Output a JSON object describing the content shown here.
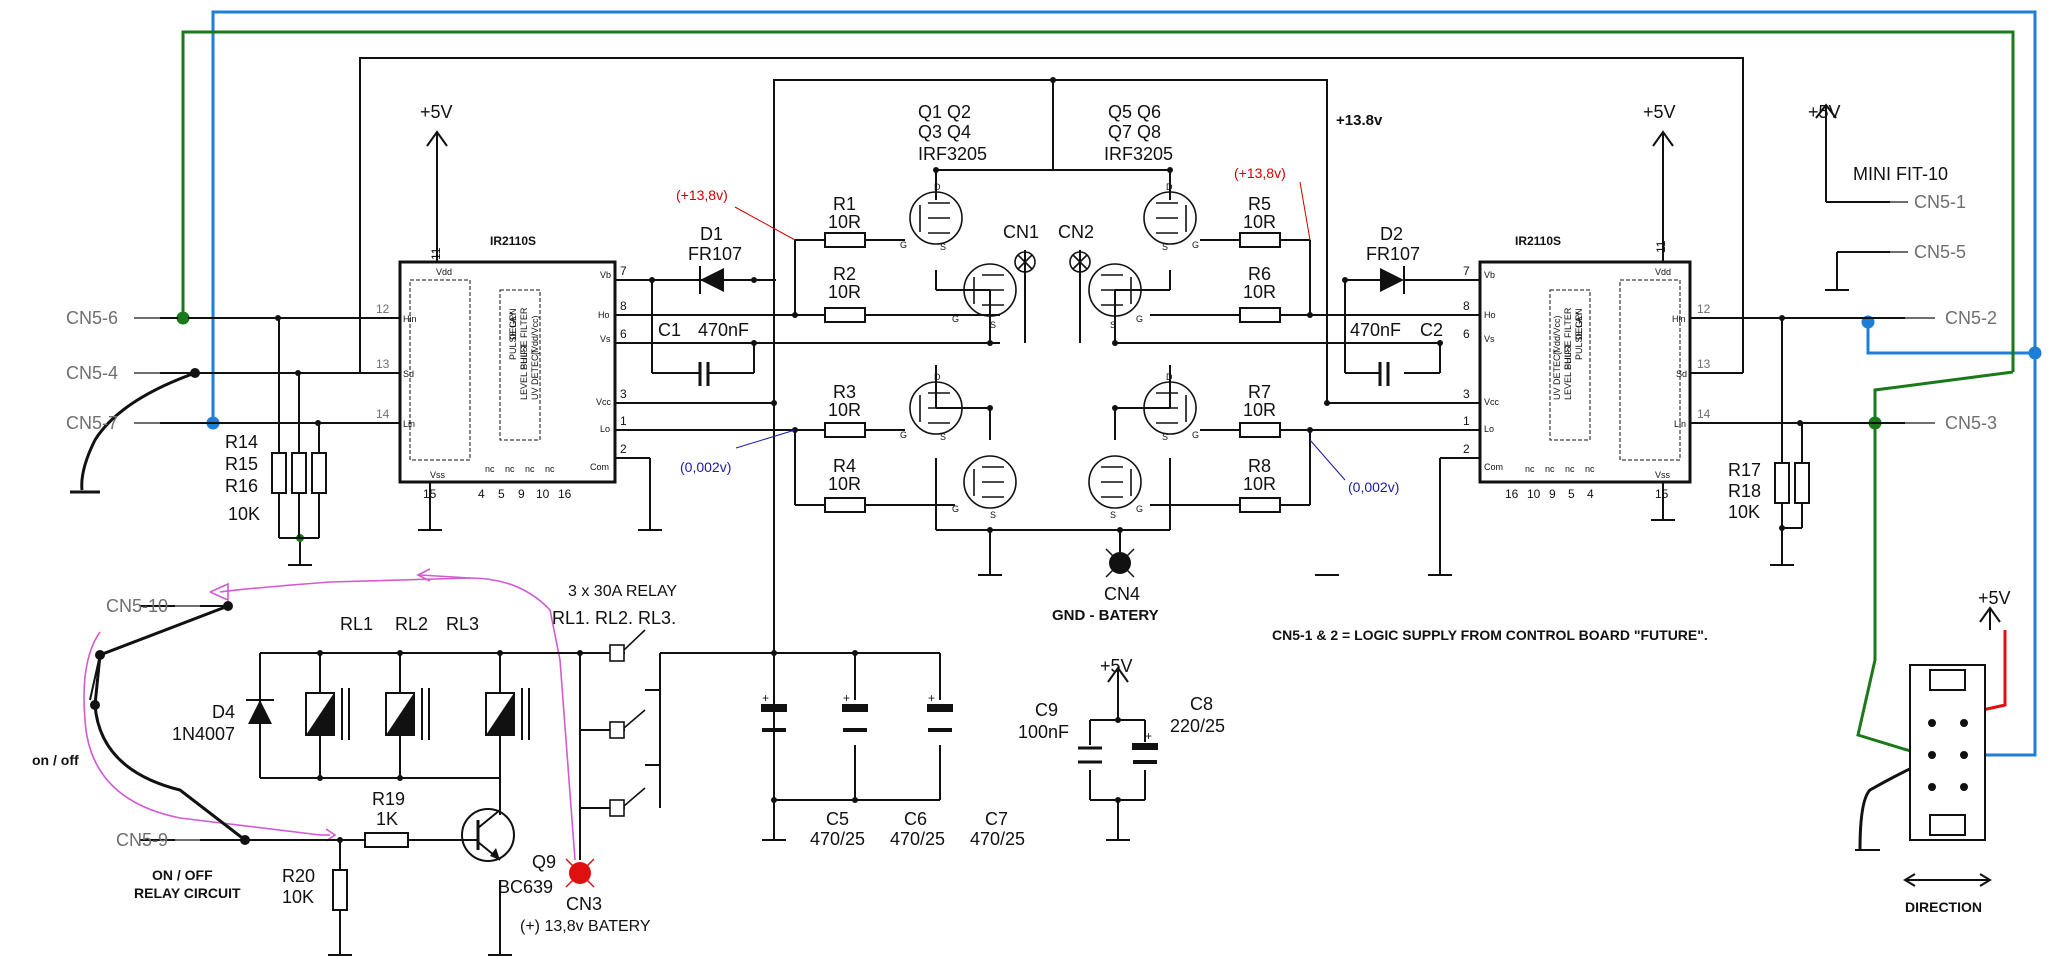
{
  "components": {
    "ic_left": "IR2110S",
    "ic_right": "IR2110S",
    "q_left_l1": "Q1   Q2",
    "q_left_l2": "Q3   Q4",
    "q_left_l3": "IRF3205",
    "q_right_l1": "Q5   Q6",
    "q_right_l2": "Q7   Q8",
    "q_right_l3": "IRF3205",
    "d1": "D1",
    "d1_val": "FR107",
    "d2": "D2",
    "d2_val": "FR107",
    "d4": "D4",
    "d4_val": "1N4007",
    "r1": "R1",
    "r1_val": "10R",
    "r2": "R2",
    "r2_val": "10R",
    "r3": "R3",
    "r3_val": "10R",
    "r4": "R4",
    "r4_val": "10R",
    "r5": "R5",
    "r5_val": "10R",
    "r6": "R6",
    "r6_val": "10R",
    "r7": "R7",
    "r7_val": "10R",
    "r8": "R8",
    "r8_val": "10R",
    "r14_16_a": "R14",
    "r14_16_b": "R15",
    "r14_16_c": "R16",
    "r14_16_val": "10K",
    "r17_18_a": "R17",
    "r17_18_b": "R18",
    "r17_18_val": "10K",
    "r19": "R19",
    "r19_val": "1K",
    "r20": "R20",
    "r20_val": "10K",
    "c1": "C1",
    "c1_val": "470nF",
    "c2": "C2",
    "c2_val": "470nF",
    "c5": "C5",
    "c5_val": "470/25",
    "c6": "C6",
    "c6_val": "470/25",
    "c7": "C7",
    "c7_val": "470/25",
    "c8": "C8",
    "c8_val": "220/25",
    "c9": "C9",
    "c9_val": "100nF",
    "q9": "Q9",
    "q9_val": "BC639",
    "rl1": "RL1",
    "rl2": "RL2",
    "rl3": "RL3",
    "relay_title": "3 x 30A RELAY",
    "relay_contacts": "RL1.  RL2.  RL3.",
    "cn1": "CN1",
    "cn2": "CN2"
  },
  "connectors": {
    "cn5_6": "CN5-6",
    "cn5_4": "CN5-4",
    "cn5_7": "CN5-7",
    "cn5_2": "CN5-2",
    "cn5_3": "CN5-3",
    "cn5_1": "CN5-1",
    "cn5_5": "CN5-5",
    "cn5_10": "CN5-10",
    "cn5_9": "CN5-9",
    "cn3": "CN3",
    "cn3_desc": "(+) 13,8v BATERY",
    "cn4": "CN4",
    "cn4_desc": "GND - BATERY",
    "mini_fit": "MINI FIT-10"
  },
  "rails": {
    "p5v": "+5V",
    "p13_8": "+13.8v",
    "v_high": "(+13,8v)",
    "v_low": "(0,002v)"
  },
  "pins": {
    "left_top": [
      "11"
    ],
    "left_left": [
      "12",
      "13",
      "14"
    ],
    "left_right": [
      "7",
      "8",
      "6",
      "3",
      "1",
      "2"
    ],
    "left_bottom": [
      "15",
      "4",
      "5",
      "9",
      "10",
      "16"
    ],
    "right_left": [
      "7",
      "8",
      "6",
      "3",
      "1",
      "2"
    ],
    "right_right": [
      "12",
      "13",
      "14"
    ],
    "right_bottom": [
      "16",
      "10",
      "9",
      "5",
      "4",
      "15"
    ],
    "pin_names": {
      "vdd": "Vdd",
      "vss": "Vss",
      "vb": "Vb",
      "ho": "Ho",
      "vs": "Vs",
      "vcc": "Vcc",
      "lo": "Lo",
      "com": "Com",
      "hin": "Hin",
      "sd": "Sd",
      "lin": "Lin",
      "nc": "nc"
    },
    "blocks": {
      "delay": "DELAY",
      "pulse_filter": "PULSE FILTER",
      "vdd_vcc": "(Vdd/Vcc)",
      "uv_detect": "UV DETECT",
      "level_shift": "LEVEL SHIFT",
      "pulse_gen": "PULSE GEN"
    }
  },
  "mosfet_pins": {
    "d": "D",
    "g": "G",
    "s": "S"
  },
  "notes": {
    "logic_supply": "CN5-1 & 2 = LOGIC SUPPLY FROM CONTROL BOARD \"FUTURE\".",
    "on_off": "on / off",
    "relay_circuit_1": "ON / OFF",
    "relay_circuit_2": "RELAY CIRCUIT",
    "direction": "DIRECTION"
  },
  "colors": {
    "wire": "#111111",
    "green_wire": "#1a7a1a",
    "blue_wire": "#1e7fd6",
    "magenta_flow": "#d25ad2",
    "red_wire": "#e01010",
    "high_note": "#d10000",
    "low_note": "#1a1aa8",
    "label_gray": "#6f6f6f"
  }
}
